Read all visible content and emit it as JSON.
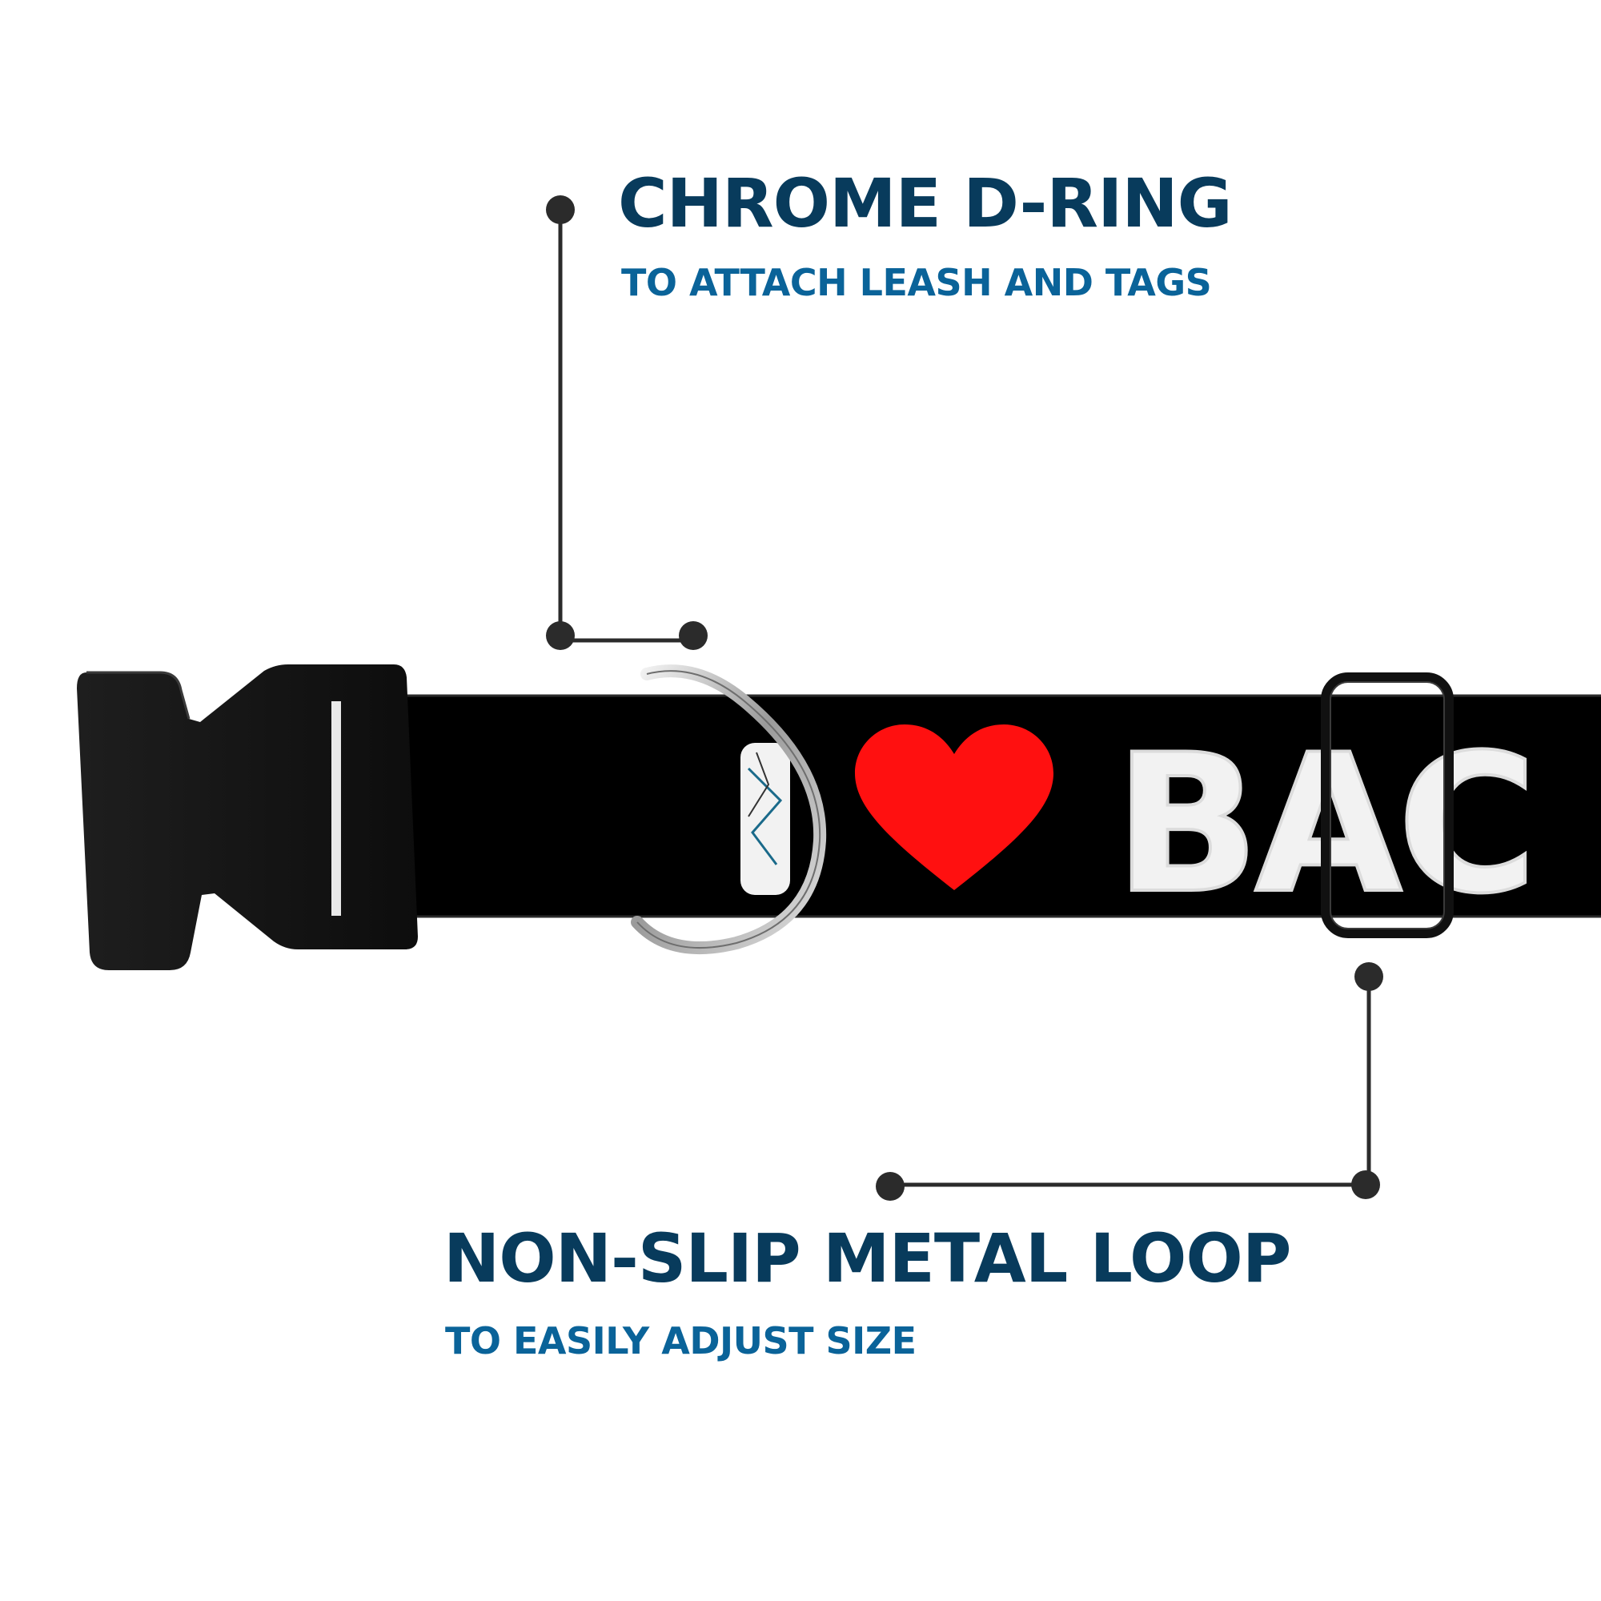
{
  "colors": {
    "background": "#ffffff",
    "title": "#083b5c",
    "subtitle": "#0a6399",
    "leader_line": "#2b2b2b",
    "strap": "#000000",
    "buckle": "#141414",
    "heart": "#ff1010",
    "print_text": "#f2f2f2",
    "ring_metal": "#b5b5b5"
  },
  "callouts": {
    "dring": {
      "title": "CHROME D-RING",
      "subtitle": "TO ATTACH LEASH AND TAGS"
    },
    "loop": {
      "title": "NON-SLIP METAL LOOP",
      "subtitle": "TO EASILY ADJUST SIZE"
    }
  },
  "product": {
    "strap_print_text": "BAC",
    "icons": [
      "buckle-icon",
      "d-ring-icon",
      "heart-icon",
      "slide-loop-icon"
    ]
  }
}
